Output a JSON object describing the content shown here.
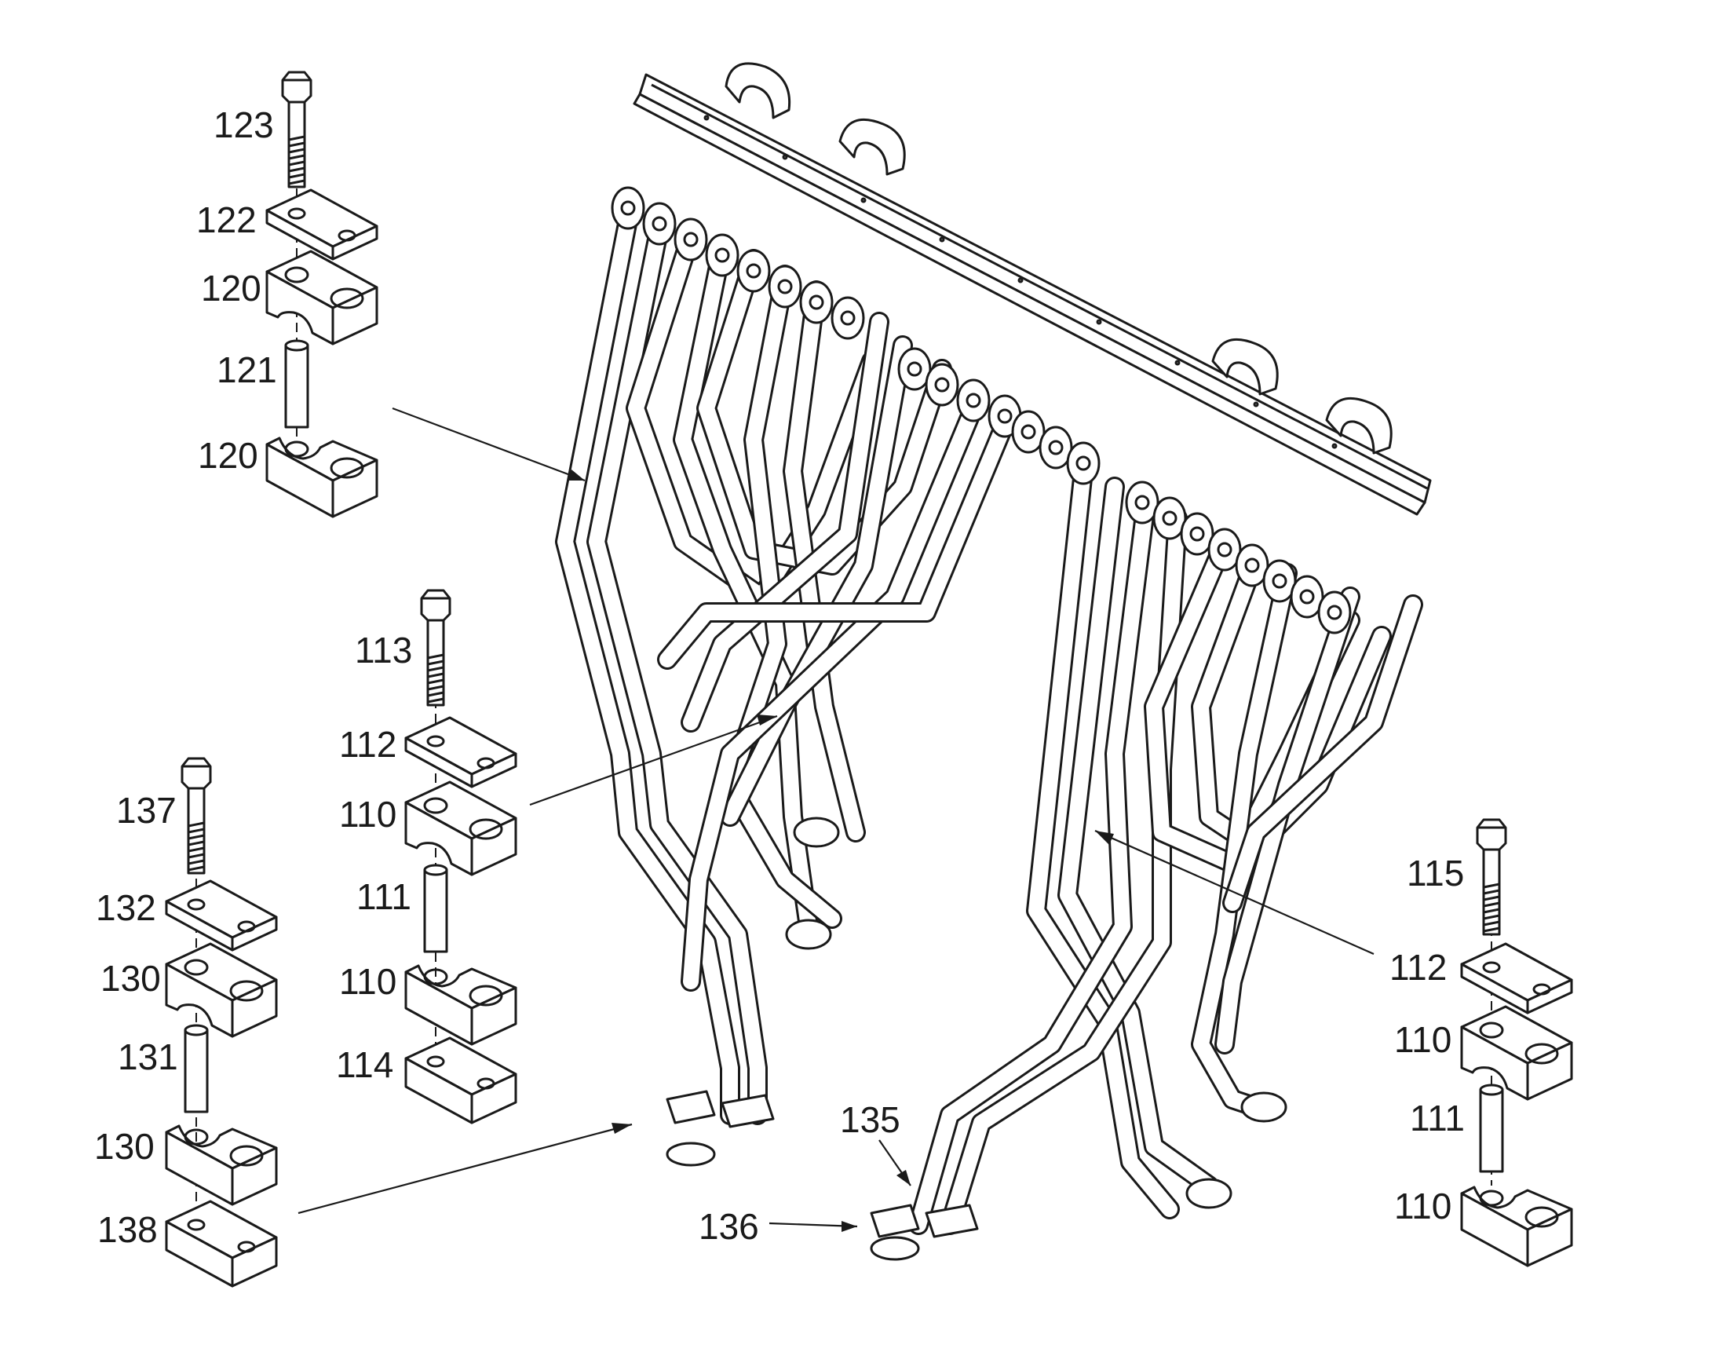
{
  "labels": {
    "l123": "123",
    "l122": "122",
    "l120a": "120",
    "l121": "121",
    "l120b": "120",
    "l113": "113",
    "l112a": "112",
    "l110a": "110",
    "l111a": "111",
    "l110b": "110",
    "l114": "114",
    "l137": "137",
    "l132": "132",
    "l130a": "130",
    "l131": "131",
    "l130b": "130",
    "l138": "138",
    "l135": "135",
    "l136": "136",
    "l115": "115",
    "l112b": "112",
    "l110c": "110",
    "l111b": "111",
    "l110d": "110"
  },
  "colors": {
    "line": "#1a1a1a",
    "background": "#ffffff"
  },
  "icons": {
    "bolt": "hex-bolt-icon",
    "plate": "clamp-plate-icon",
    "clampHalf": "clamp-half-icon",
    "spacer": "spacer-sleeve-icon",
    "base": "clamp-base-icon"
  }
}
